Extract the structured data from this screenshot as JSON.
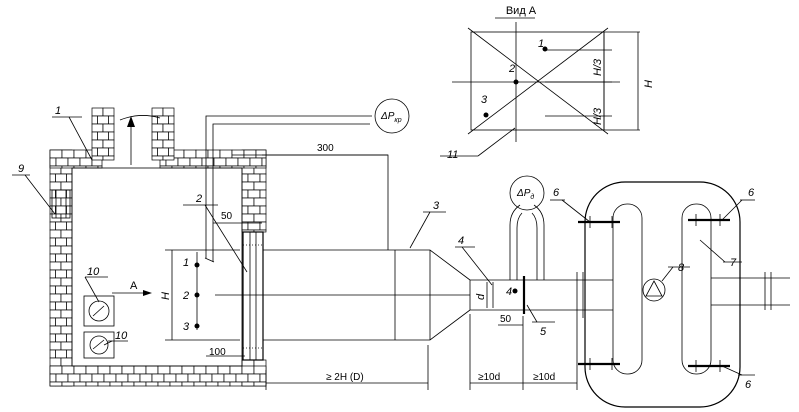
{
  "view_title": "Вид А",
  "view_a": {
    "points": [
      "1",
      "2",
      "3"
    ],
    "dims": [
      "H/3",
      "H/3",
      "H"
    ],
    "callout": "11"
  },
  "labels": {
    "chimney": "1",
    "sampling_probe": "2",
    "diffuser": "3",
    "inlet_pipe": "4",
    "orifice": "5",
    "flange_top_left": "6",
    "flange_top_right": "6",
    "flange_bottom_right": "6",
    "fan_housing": "7",
    "fan": "8",
    "wall_opening": "9",
    "instrument_top": "10",
    "instrument_bottom": "10"
  },
  "probe_points": [
    "1",
    "2",
    "3"
  ],
  "point_4": "4",
  "arrow_label": "A",
  "height_label": "H",
  "diameter_label": "d",
  "dims": {
    "d300": "300",
    "d50_top": "50",
    "d100": "100",
    "d50_bottom": "50",
    "d2H": "≥ 2H (D)",
    "d10d_left": "≥10d",
    "d10d_right": "≥10d"
  },
  "gauges": {
    "cp": {
      "main": "ΔP",
      "sub": "кр"
    },
    "d": {
      "main": "ΔP",
      "sub": "д"
    }
  }
}
